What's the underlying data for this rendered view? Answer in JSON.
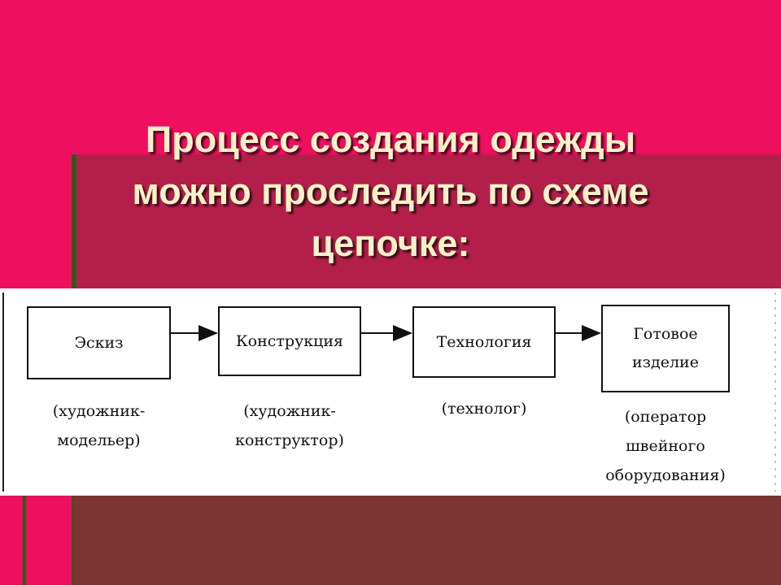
{
  "title": {
    "line1": "Процесс создания одежды",
    "line2": "можно проследить по схеме",
    "line3": "цепочке:"
  },
  "steps": [
    {
      "box": "Эскиз",
      "note_line1": "(художник-",
      "note_line2": "модельер)"
    },
    {
      "box": "Конструкция",
      "note_line1": "(художник-",
      "note_line2": "конструктор)"
    },
    {
      "box": "Технология",
      "note_line1": "(технолог)"
    },
    {
      "box_line1": "Готовое",
      "box_line2": "изделие",
      "note_line1": "(оператор",
      "note_line2": "швейного",
      "note_line3": "оборудования)"
    }
  ],
  "colors": {
    "background": "#ee0f5e",
    "band": "#b31f4a",
    "bottom_band": "#7b3533",
    "title_text": "#f7f2c8"
  }
}
